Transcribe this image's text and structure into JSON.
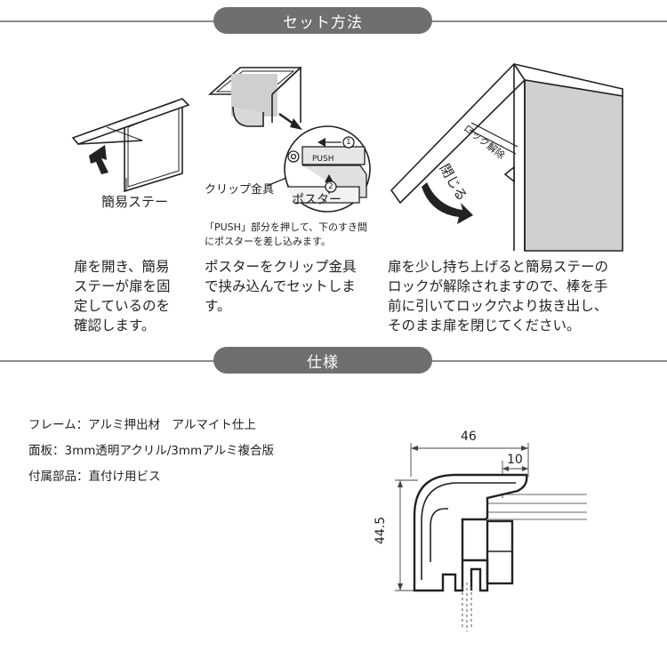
{
  "sections": {
    "setup_title": "セット方法",
    "spec_title": "仕様"
  },
  "steps": [
    {
      "label": "簡易ステー",
      "lines": [
        "扉を開き、簡易",
        "ステーが扉を固",
        "定しているのを",
        "確認します。"
      ]
    },
    {
      "clip_label": "クリップ金具",
      "push_label": "PUSH",
      "poster_label": "ポスター",
      "num1": "1",
      "num2": "2",
      "note_lines": [
        "「PUSH」部分を押して、下のすき間",
        "にポスターを差し込みます。"
      ],
      "lines": [
        "ポスターをクリップ金具",
        "で挟み込んでセットしま",
        "す。"
      ]
    },
    {
      "lock_label": "ロック解除",
      "close_label": "閉じる",
      "lines": [
        "扉を少し持ち上げると簡易ステーの",
        "ロックが解除されますので、棒を手",
        "前に引いてロック穴より抜き出し、",
        "そのまま扉を閉じてください。"
      ]
    }
  ],
  "specs": [
    "フレーム：アルミ押出材　アルマイト仕上",
    "面板：3mm透明アクリル/3mmアルミ複合版",
    "付属部品：直付け用ビス"
  ],
  "dimensions": {
    "width": "46",
    "inner": "10",
    "height": "44.5"
  }
}
